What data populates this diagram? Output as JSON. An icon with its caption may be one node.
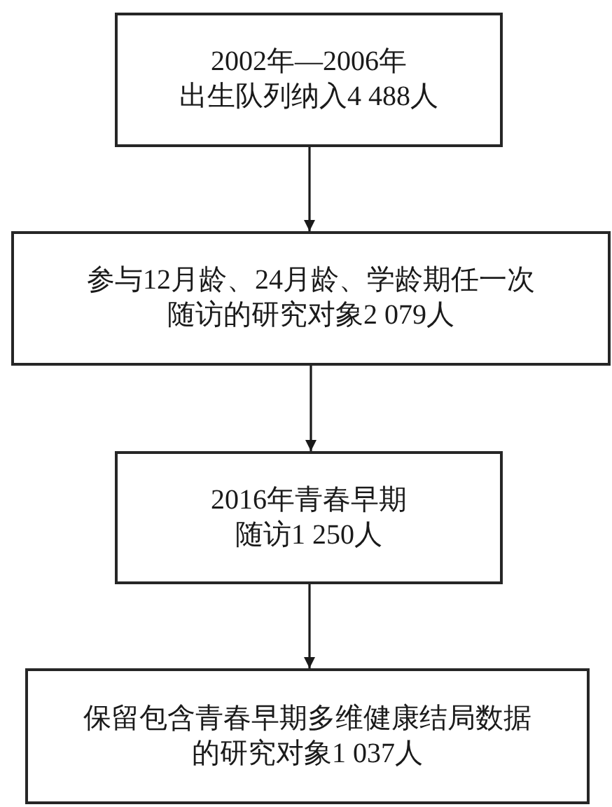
{
  "diagram": {
    "nodes": [
      {
        "text": [
          "2002年—2006年出生队列纳入4 488人"
        ]
      },
      {
        "text": [
          "参与12月龄、24月龄、学龄期任一次随访的研究对象2 079人"
        ]
      },
      {
        "text": [
          "2016年青春早期随访1 250人"
        ]
      },
      {
        "text": [
          "保留包含青春早期多维健康结局数据的研究对象1 037人"
        ]
      }
    ],
    "edges": [
      {
        "from": 0,
        "to": 1,
        "arrow": "to"
      },
      {
        "from": 1,
        "to": 2,
        "arrow": "to"
      },
      {
        "from": 2,
        "to": 3,
        "arrow": "to"
      }
    ]
  }
}
